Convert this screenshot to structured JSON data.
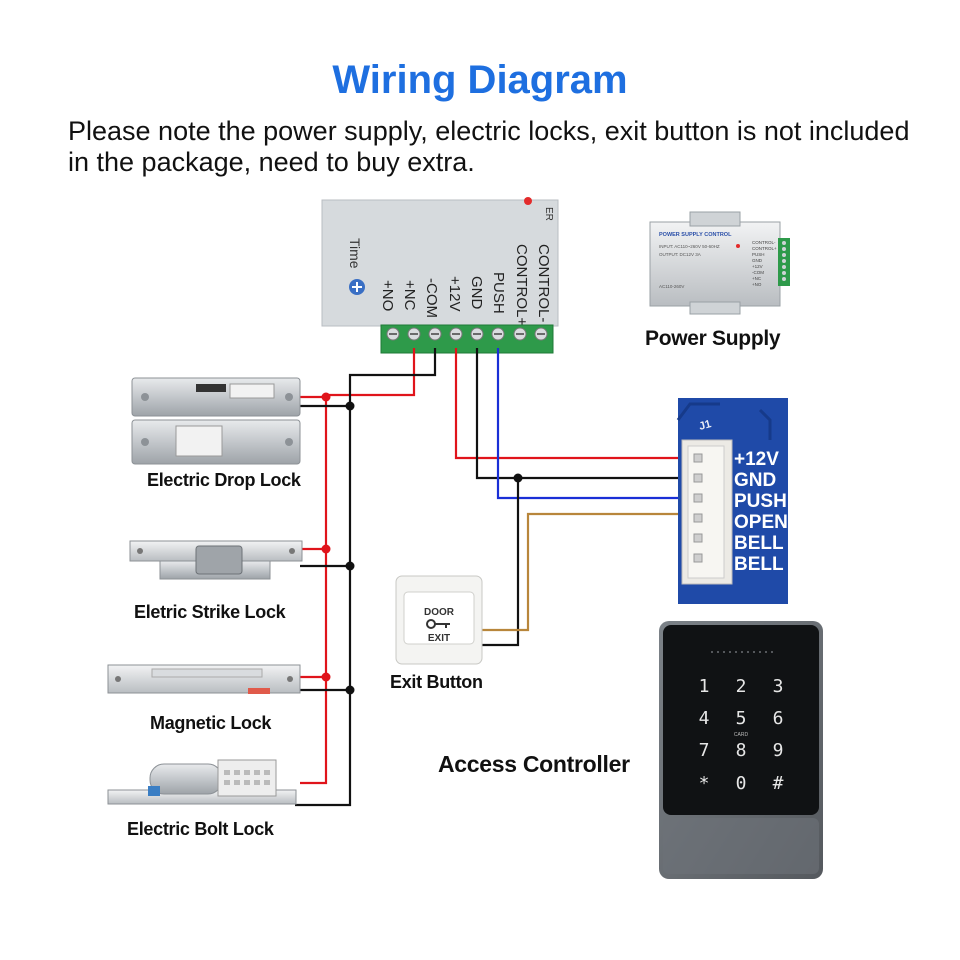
{
  "title": "Wiring Diagram",
  "note": "Please note the power supply, electric locks, exit button is not included in the package, need to buy extra.",
  "power_box": {
    "terminals": [
      "+NO",
      "+NC",
      "-COM",
      "+12V",
      "GND",
      "PUSH",
      "CONTROL+",
      "CONTROL-"
    ],
    "time_label": "Time"
  },
  "power_supply_photo": {
    "label": "Power Supply",
    "header": "POWER SUPPLY CONTROL",
    "spec_input": "INPUT: AC110~260V 50-60HZ",
    "spec_output": "OUTPUT: DC12V  3A",
    "terminals": [
      "CONTROL-",
      "CONTROL+",
      "PUSH",
      "GND",
      "+12V",
      "-COM",
      "+NC",
      "+NO"
    ]
  },
  "locks": [
    {
      "label": "Electric Drop Lock"
    },
    {
      "label": "Eletric Strike Lock"
    },
    {
      "label": "Magnetic Lock"
    },
    {
      "label": "Electric Bolt Lock"
    }
  ],
  "pcb": {
    "pins": [
      "+12V",
      "GND",
      "PUSH",
      "OPEN",
      "BELL",
      "BELL"
    ]
  },
  "exit_button": {
    "label": "Exit Button",
    "top_text": "DOOR",
    "bottom_text": "EXIT"
  },
  "access_controller": {
    "label": "Access Controller",
    "keys": [
      "1",
      "2",
      "3",
      "4",
      "5",
      "6",
      "7",
      "8",
      "9",
      "*",
      "0",
      "#"
    ],
    "card_text": "CARD"
  },
  "wire_colors": {
    "red": "#e0141b",
    "black": "#111111",
    "blue": "#1a2fd6",
    "brown": "#b8863b",
    "terminal_green": "#2e9a4a",
    "pcb_blue": "#1f4aa8"
  }
}
